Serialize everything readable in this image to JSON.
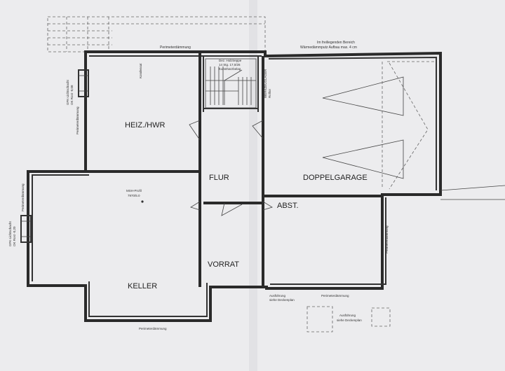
{
  "rooms": {
    "heiz": "HEIZ./HWR",
    "flur": "FLUR",
    "doppelgarage": "DOPPELGARAGE",
    "abst": "ABST.",
    "vorrat": "VORRAT",
    "keller": "KELLER"
  },
  "annotations": {
    "perimeter_top": "Perimeterdämmung",
    "perimeter_left_top": "Perimeterdämmung",
    "perimeter_left_mid": "Perimeterdämmung",
    "perimeter_bottom_left": "Perimeterdämmung",
    "perimeter_bottom_right": "Perimeterdämmung",
    "perimeter_right": "Perimeterdämmung",
    "garage_note_1": "Im freiliegenden Bereich",
    "garage_note_2": "Wärmedämmputz Aufbau max. 4 cm",
    "stair_1": "Dez. Holztreppe",
    "stair_2": "14 Stg. 17,0/26",
    "stair_3": "Kunstharzbelag",
    "lichtschacht_top_1": "GFK-Lichtschacht",
    "lichtschacht_top_2": "OK Rost -0,08",
    "lichtschacht_mid_1": "GFK-Lichtschacht",
    "lichtschacht_mid_2": "OK Rost -0,20",
    "kondensat": "Kondensat",
    "msh_1": "MSH-Profil",
    "msh_2": "7970/5.0",
    "werkzeug_1": "WERKZEUGLAGER",
    "werkzeug_2": "Rolltor",
    "ausf_1_1": "Ausführung",
    "ausf_1_2": "siehe Deckenplan",
    "ausf_2_1": "Ausführung",
    "ausf_2_2": "siehe Deckenplan"
  }
}
